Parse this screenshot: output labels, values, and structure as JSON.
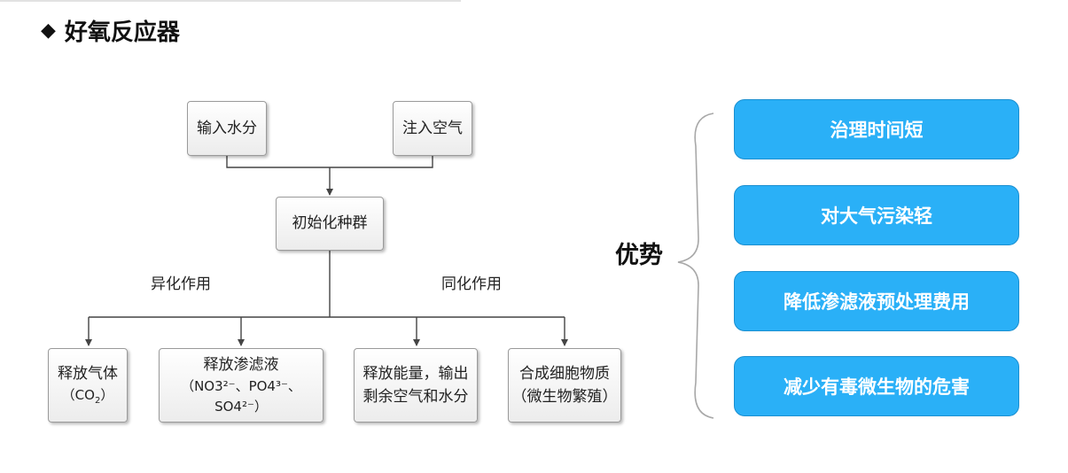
{
  "title": {
    "icon": "diamond-bullet-icon",
    "text": "好氧反应器"
  },
  "diagram": {
    "inputs": [
      "输入水分",
      "注入空气"
    ],
    "center": "初始化种群",
    "branch_labels": {
      "left": "异化作用",
      "right": "同化作用"
    },
    "outputs": [
      {
        "line1": "释放气体",
        "line2_a": "（CO",
        "line2_b": "2",
        "line2_c": "）"
      },
      {
        "line1": "释放渗滤液",
        "line2": "（NO3²⁻、PO4³⁻、SO4²⁻）"
      },
      {
        "line1": "释放能量，输出",
        "line2": "剩余空气和水分"
      },
      {
        "line1": "合成细胞物质",
        "line2": "（微生物繁殖）"
      }
    ]
  },
  "advantages": {
    "title": "优势",
    "items": [
      "治理时间短",
      "对大气污染轻",
      "降低渗滤液预处理费用",
      "减少有毒微生物的危害"
    ],
    "color": "#2ab0f7"
  }
}
